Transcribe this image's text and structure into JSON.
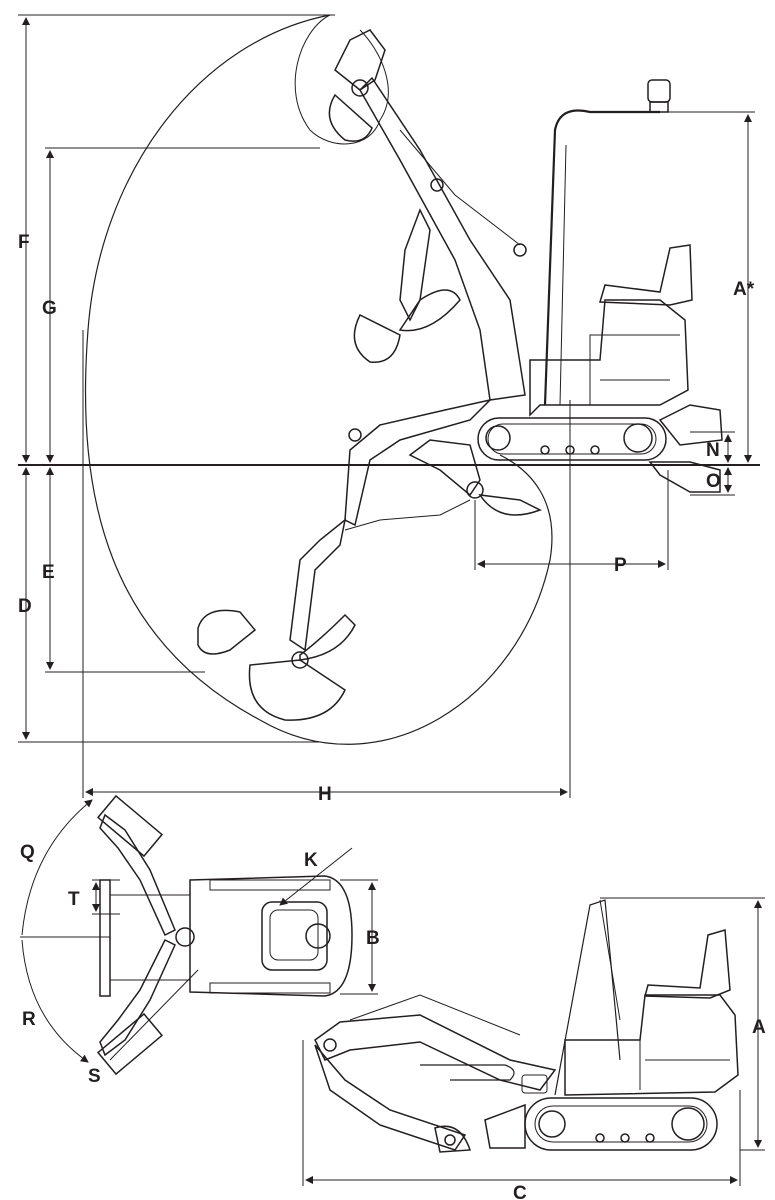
{
  "dimension_labels": {
    "a_star": "A*",
    "a": "A",
    "b": "B",
    "c": "C",
    "d": "D",
    "e": "E",
    "f": "F",
    "g": "G",
    "h": "H",
    "k": "K",
    "n": "N",
    "o": "O",
    "p": "P",
    "q": "Q",
    "r": "R",
    "s": "S",
    "t": "T"
  }
}
